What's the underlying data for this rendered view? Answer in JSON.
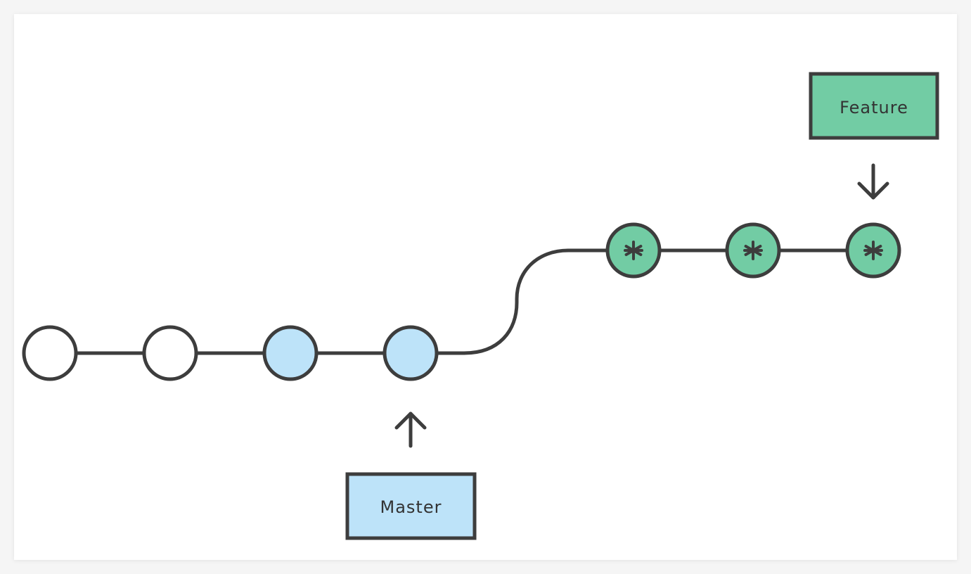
{
  "colors": {
    "stroke": "#3d3d3d",
    "commit_plain": "#ffffff",
    "commit_master": "#bde3f9",
    "commit_feature": "#72cca4",
    "card_background": "#ffffff",
    "page_background": "#f5f5f5"
  },
  "labels": {
    "master": "Master",
    "feature": "Feature"
  },
  "commits": [
    {
      "branch": "master",
      "style": "plain"
    },
    {
      "branch": "master",
      "style": "plain"
    },
    {
      "branch": "master",
      "style": "master"
    },
    {
      "branch": "master",
      "style": "master"
    },
    {
      "branch": "feature",
      "style": "feature",
      "icon": "asterisk-icon"
    },
    {
      "branch": "feature",
      "style": "feature",
      "icon": "asterisk-icon"
    },
    {
      "branch": "feature",
      "style": "feature",
      "icon": "asterisk-icon"
    }
  ]
}
